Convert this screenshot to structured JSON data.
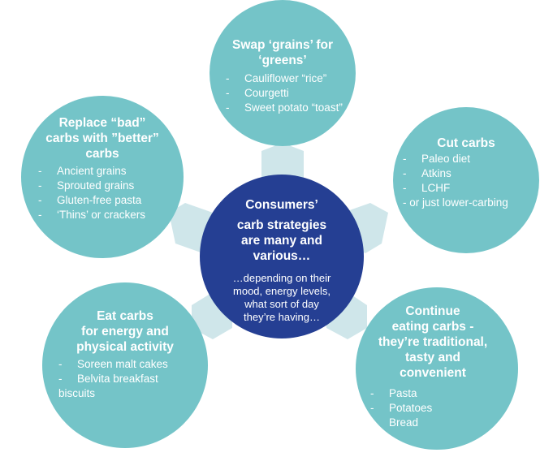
{
  "hub": {
    "title_lines": [
      "Consumers’",
      "carb strategies",
      "are many and",
      "various…"
    ],
    "subtitle_lines": [
      "…depending on their",
      "mood, energy levels,",
      "what sort of day",
      "they’re having…"
    ]
  },
  "strategies": {
    "swap": {
      "title_lines": [
        "Swap ‘grains’ for",
        "‘greens’"
      ],
      "items": [
        "Cauliflower “rice”",
        "Courgetti",
        "Sweet potato “toast”"
      ]
    },
    "cut": {
      "title_lines": [
        "Cut carbs"
      ],
      "items": [
        "Paleo diet",
        "Atkins",
        "LCHF"
      ],
      "extra": "- or just lower-carbing"
    },
    "continue": {
      "title_lines": [
        "Continue",
        "eating carbs -",
        "they’re traditional,",
        "tasty and",
        "convenient"
      ],
      "items": [
        "Pasta",
        "Potatoes",
        "Bread"
      ]
    },
    "energy": {
      "title_lines": [
        "Eat carbs",
        "for energy and",
        "physical activity"
      ],
      "items": [
        "Soreen malt cakes",
        "Belvita breakfast"
      ],
      "extra": "biscuits"
    },
    "replace": {
      "title_lines": [
        "Replace “bad”",
        "carbs with ”better”",
        "carbs"
      ],
      "items": [
        "Ancient grains",
        "Sprouted grains",
        "Gluten-free pasta",
        "‘Thins’ or crackers"
      ]
    }
  },
  "colors": {
    "outer_circle": "#74c4c8",
    "hub": "#253f93",
    "connector": "#cfe6ea",
    "text": "#ffffff"
  }
}
